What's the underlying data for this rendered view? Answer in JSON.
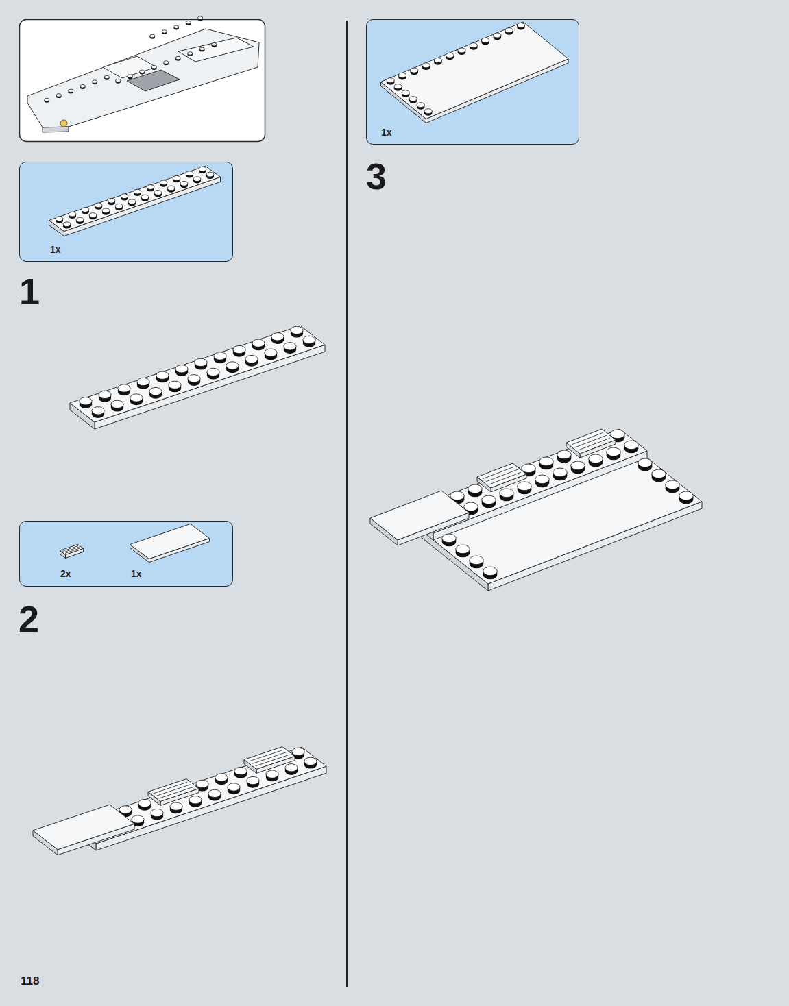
{
  "diagram": {
    "nodes": [
      {
        "text": [
          "1x"
        ]
      },
      {
        "text": [
          "2x",
          "1x"
        ]
      },
      {
        "text": [
          "1x"
        ]
      }
    ],
    "labels": [
      "1",
      "2",
      "3",
      "118"
    ]
  }
}
